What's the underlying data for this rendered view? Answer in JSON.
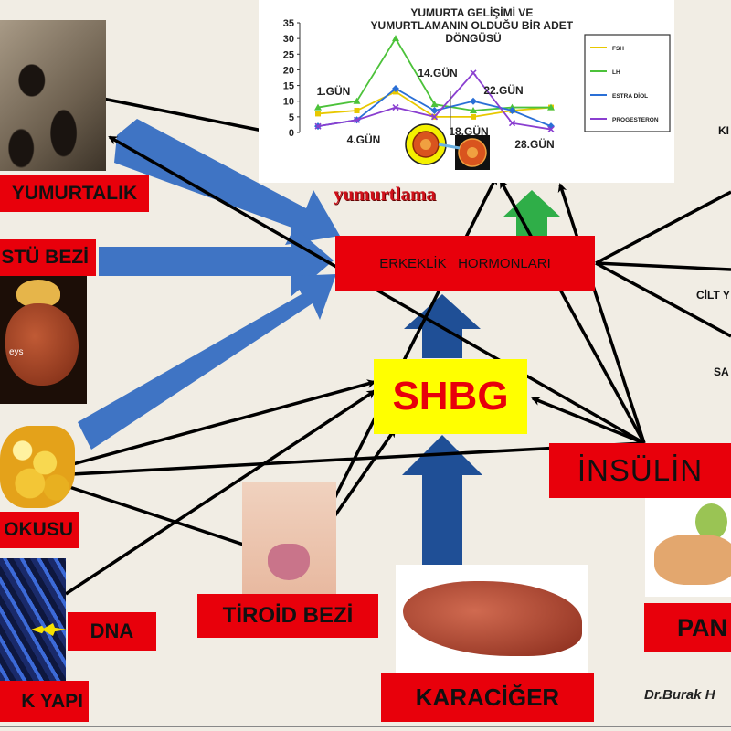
{
  "colors": {
    "background": "#f1ede4",
    "label_red": "#e8000b",
    "shbg_yellow": "#ffff00",
    "shbg_text": "#e8000b",
    "blue_arrow": "#3f74c4",
    "dark_blue_arrow": "#1f4f96",
    "green_arrow": "#2fae48",
    "fsh": "#e8c800",
    "lh": "#4cc23a",
    "estradiol": "#2a6fd6",
    "progesteron": "#8a3fd0"
  },
  "labels": {
    "yumurtalik": "YUMURTALIK",
    "ustu_bezi": "STÜ BEZİ",
    "yag_dokusu": "OKUSU",
    "dna": "DNA",
    "genetik_yapi": "K YAPI",
    "tiroid": "TİROİD BEZİ",
    "karaciger": "KARACİĞER",
    "erkeklik": "ERKEKLİK   HORMONLARI",
    "shbg": "SHBG",
    "insulin": "İNSÜLİN",
    "pankreas": "PAN",
    "yumurtlama": "yumurtlama",
    "right_1": "KI",
    "right_2": "CİLT Y",
    "right_3": "SA",
    "author": "Dr.Burak H",
    "kidney_caption": "eys"
  },
  "chart_data": {
    "type": "line",
    "title": "YUMURTA GELİŞİMİ VE YUMURTLAMANIN OLDUĞU BİR ADET DÖNGÜSÜ",
    "x": [
      1,
      2,
      3,
      4,
      5,
      6,
      7
    ],
    "ylim": [
      0,
      35
    ],
    "yticks": [
      "0",
      "5",
      "10",
      "15",
      "20",
      "25",
      "30",
      "35"
    ],
    "day_labels": [
      "1.GÜN",
      "4.GÜN",
      "14.GÜN",
      "18.GÜN",
      "22.GÜN",
      "28.GÜN"
    ],
    "legend_position": "right",
    "series": [
      {
        "name": "FSH",
        "values": [
          6,
          7,
          13,
          5,
          5,
          7,
          8
        ]
      },
      {
        "name": "LH",
        "values": [
          8,
          10,
          30,
          9,
          7,
          8,
          8
        ]
      },
      {
        "name": "ESTRA DİOL",
        "values": [
          2,
          4,
          14,
          7,
          10,
          7,
          2
        ]
      },
      {
        "name": "PROGESTERON",
        "values": [
          2,
          4,
          8,
          5,
          19,
          3,
          1
        ]
      }
    ]
  }
}
